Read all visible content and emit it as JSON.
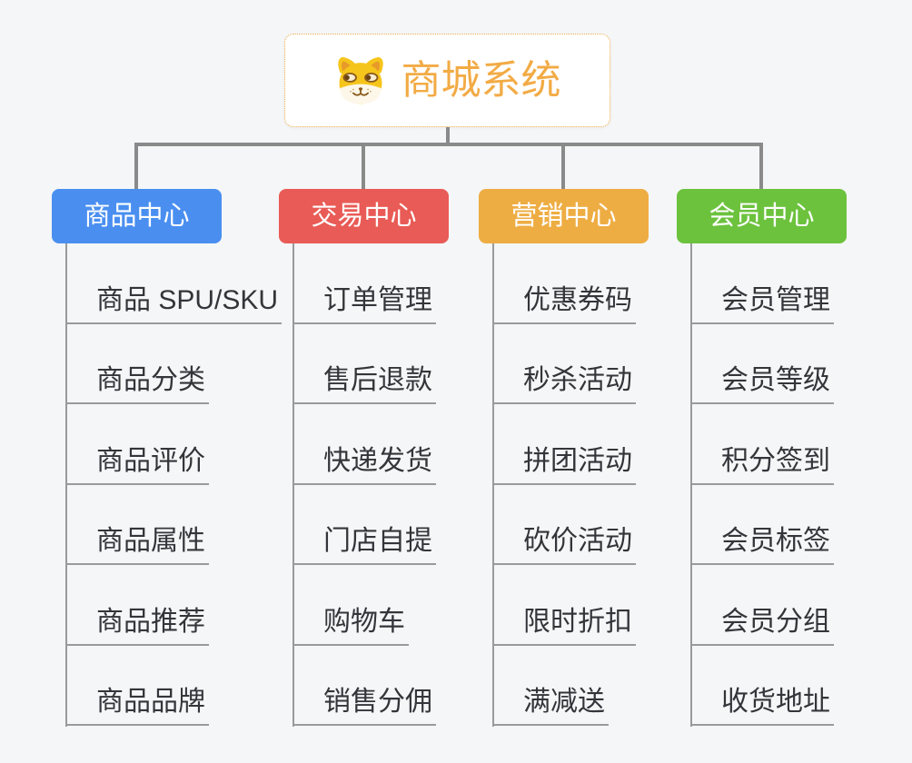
{
  "canvas": {
    "background": "#f5f6f7",
    "connector_color": "#8a8a8a",
    "underline_color": "#9a9a9a"
  },
  "root": {
    "title": "商城系统",
    "icon": "doge-icon",
    "text_color": "#f2ab45",
    "border_color": "#eeab48"
  },
  "branches": [
    {
      "label": "商品中心",
      "color": "#4a8ff0",
      "children": [
        "商品 SPU/SKU",
        "商品分类",
        "商品评价",
        "商品属性",
        "商品推荐",
        "商品品牌"
      ]
    },
    {
      "label": "交易中心",
      "color": "#e95b56",
      "children": [
        "订单管理",
        "售后退款",
        "快递发货",
        "门店自提",
        "购物车",
        "销售分佣"
      ]
    },
    {
      "label": "营销中心",
      "color": "#eead43",
      "children": [
        "优惠券码",
        "秒杀活动",
        "拼团活动",
        "砍价活动",
        "限时折扣",
        "满减送"
      ]
    },
    {
      "label": "会员中心",
      "color": "#6cc23d",
      "children": [
        "会员管理",
        "会员等级",
        "积分签到",
        "会员标签",
        "会员分组",
        "收货地址"
      ]
    }
  ]
}
